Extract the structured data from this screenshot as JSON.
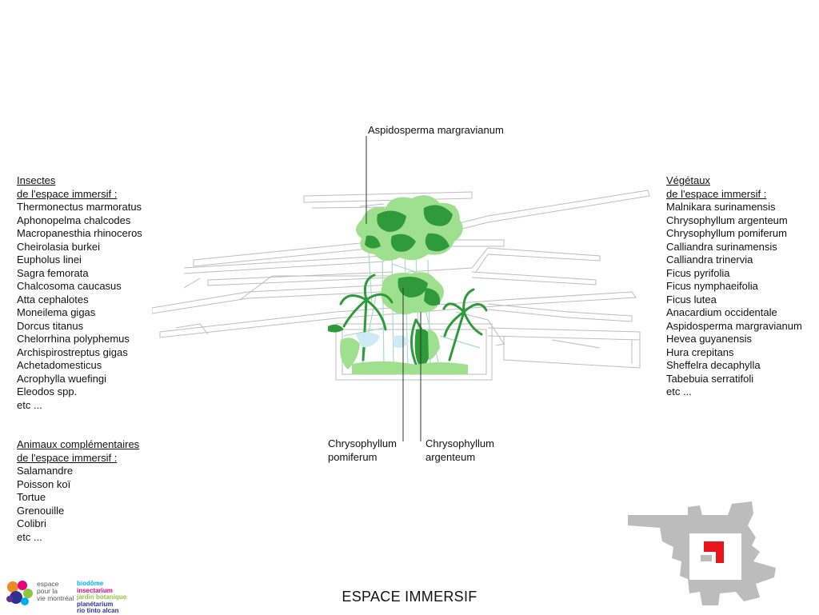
{
  "insects": {
    "heading_line1": "Insectes",
    "heading_line2": "de l'espace immersif :",
    "items": [
      "Thermonectus marmoratus",
      "Aphonopelma chalcodes",
      "Macropanesthia rhinoceros",
      "Cheirolasia burkei",
      "Eupholus linei",
      "Sagra femorata",
      "Chalcosoma caucasus",
      "Atta cephalotes",
      "Moneilema gigas",
      "Dorcus titanus",
      "Chelorrhina polyphemus",
      "Archispirostreptus gigas",
      "Achetadomesticus",
      "Acrophylla wuefingi",
      "Eleodos spp.",
      "etc ..."
    ]
  },
  "animals": {
    "heading_line1": "Animaux complémentaires",
    "heading_line2": "de l'espace immersif :",
    "items": [
      "Salamandre",
      "Poisson koï",
      "Tortue",
      "Grenouille",
      "Colibri",
      "etc ..."
    ]
  },
  "plants": {
    "heading_line1": "Végétaux",
    "heading_line2": "de l'espace immersif :",
    "items": [
      "Malnikara surinamensis",
      "Chrysophyllum argenteum",
      "Chrysophyllum pomiferum",
      "Calliandra surinamensis",
      "Calliandra trinervia",
      "Ficus pyrifolia",
      "Ficus nymphaeifolia",
      "Ficus lutea",
      "Anacardium occidentale",
      "Aspidosperma margravianum",
      "Hevea guyanensis",
      "Hura crepitans",
      "Sheffelra decaphylla",
      "Tabebuia serratifoli",
      "etc ..."
    ]
  },
  "callouts": {
    "aspidosperma": "Aspidosperma margravianum",
    "pomiferum_line1": "Chrysophyllum",
    "pomiferum_line2": "pomiferum",
    "argenteum_line1": "Chrysophyllum",
    "argenteum_line2": "argenteum"
  },
  "title": "ESPACE IMMERSIF",
  "logo": {
    "left_lines": [
      "espace",
      "pour la",
      "vie montréal"
    ],
    "right_lines": [
      "biodôme",
      "insectarium",
      "jardin botanique",
      "planétarium",
      "rio tinto alcan"
    ]
  },
  "colors": {
    "foliage_light": "#9fe08f",
    "foliage_dark": "#2f9a3a",
    "line_gray": "#bdbdbd",
    "highlight": "#e8131b",
    "map_gray": "#bcbcbc"
  }
}
